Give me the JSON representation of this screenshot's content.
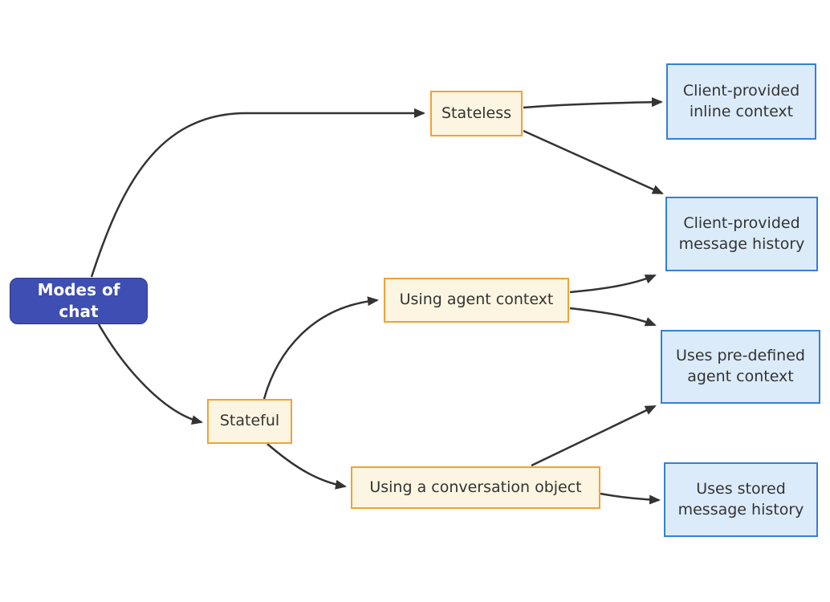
{
  "diagram": {
    "type": "flowchart-left-to-right",
    "nodes": [
      {
        "id": "modes-of-chat",
        "label": "Modes of chat",
        "style": "root-dark-blue-rounded"
      },
      {
        "id": "stateless",
        "label": "Stateless",
        "style": "yellow"
      },
      {
        "id": "stateful",
        "label": "Stateful",
        "style": "yellow"
      },
      {
        "id": "using-agent-context",
        "label": "Using agent context",
        "style": "yellow"
      },
      {
        "id": "using-a-conversation-object",
        "label": "Using a conversation object",
        "style": "yellow"
      },
      {
        "id": "client-provided-inline-context",
        "label": "Client-provided inline context",
        "style": "blue"
      },
      {
        "id": "client-provided-message-history",
        "label": "Client-provided message history",
        "style": "blue"
      },
      {
        "id": "uses-pre-defined-agent-context",
        "label": "Uses pre-defined agent context",
        "style": "blue"
      },
      {
        "id": "uses-stored-message-history",
        "label": "Uses stored message history",
        "style": "blue"
      }
    ],
    "edges": [
      {
        "from": "modes-of-chat",
        "to": "stateless"
      },
      {
        "from": "modes-of-chat",
        "to": "stateful"
      },
      {
        "from": "stateless",
        "to": "client-provided-inline-context"
      },
      {
        "from": "stateless",
        "to": "client-provided-message-history"
      },
      {
        "from": "stateful",
        "to": "using-agent-context"
      },
      {
        "from": "stateful",
        "to": "using-a-conversation-object"
      },
      {
        "from": "using-agent-context",
        "to": "client-provided-message-history"
      },
      {
        "from": "using-agent-context",
        "to": "uses-pre-defined-agent-context"
      },
      {
        "from": "using-a-conversation-object",
        "to": "uses-pre-defined-agent-context"
      },
      {
        "from": "using-a-conversation-object",
        "to": "uses-stored-message-history"
      }
    ],
    "colors": {
      "background": "#FFFFFF",
      "root_fill": "#3E4EB2",
      "root_border": "#2C3788",
      "root_text": "#FFFFFF",
      "yellow_fill": "#FCF5E2",
      "yellow_border": "#F2A132",
      "blue_fill": "#DCEBFA",
      "blue_border": "#3280D8",
      "node_text": "#333333",
      "edge_stroke": "#333333"
    }
  }
}
